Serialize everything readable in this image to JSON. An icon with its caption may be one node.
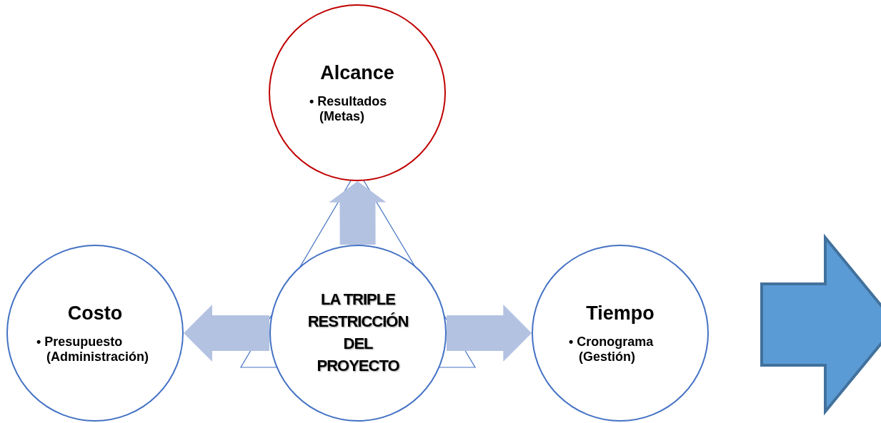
{
  "diagram": {
    "nodes": [
      {
        "text": [
          "Alcance",
          "• Resultados (Metas)"
        ]
      },
      {
        "text": [
          "Costo",
          "• Presupuesto (Administración)"
        ]
      },
      {
        "text": [
          "LA TRIPLE RESTRICCIÓN DEL PROYECTO"
        ]
      },
      {
        "text": [
          "Tiempo",
          "• Cronograma (Gestión)"
        ]
      }
    ],
    "edges": [
      {
        "from": 2,
        "to": 0,
        "arrow": "to",
        "style": "thick"
      },
      {
        "from": 2,
        "to": 1,
        "arrow": "to",
        "style": "thick"
      },
      {
        "from": 2,
        "to": 3,
        "arrow": "to",
        "style": "thick"
      }
    ]
  }
}
